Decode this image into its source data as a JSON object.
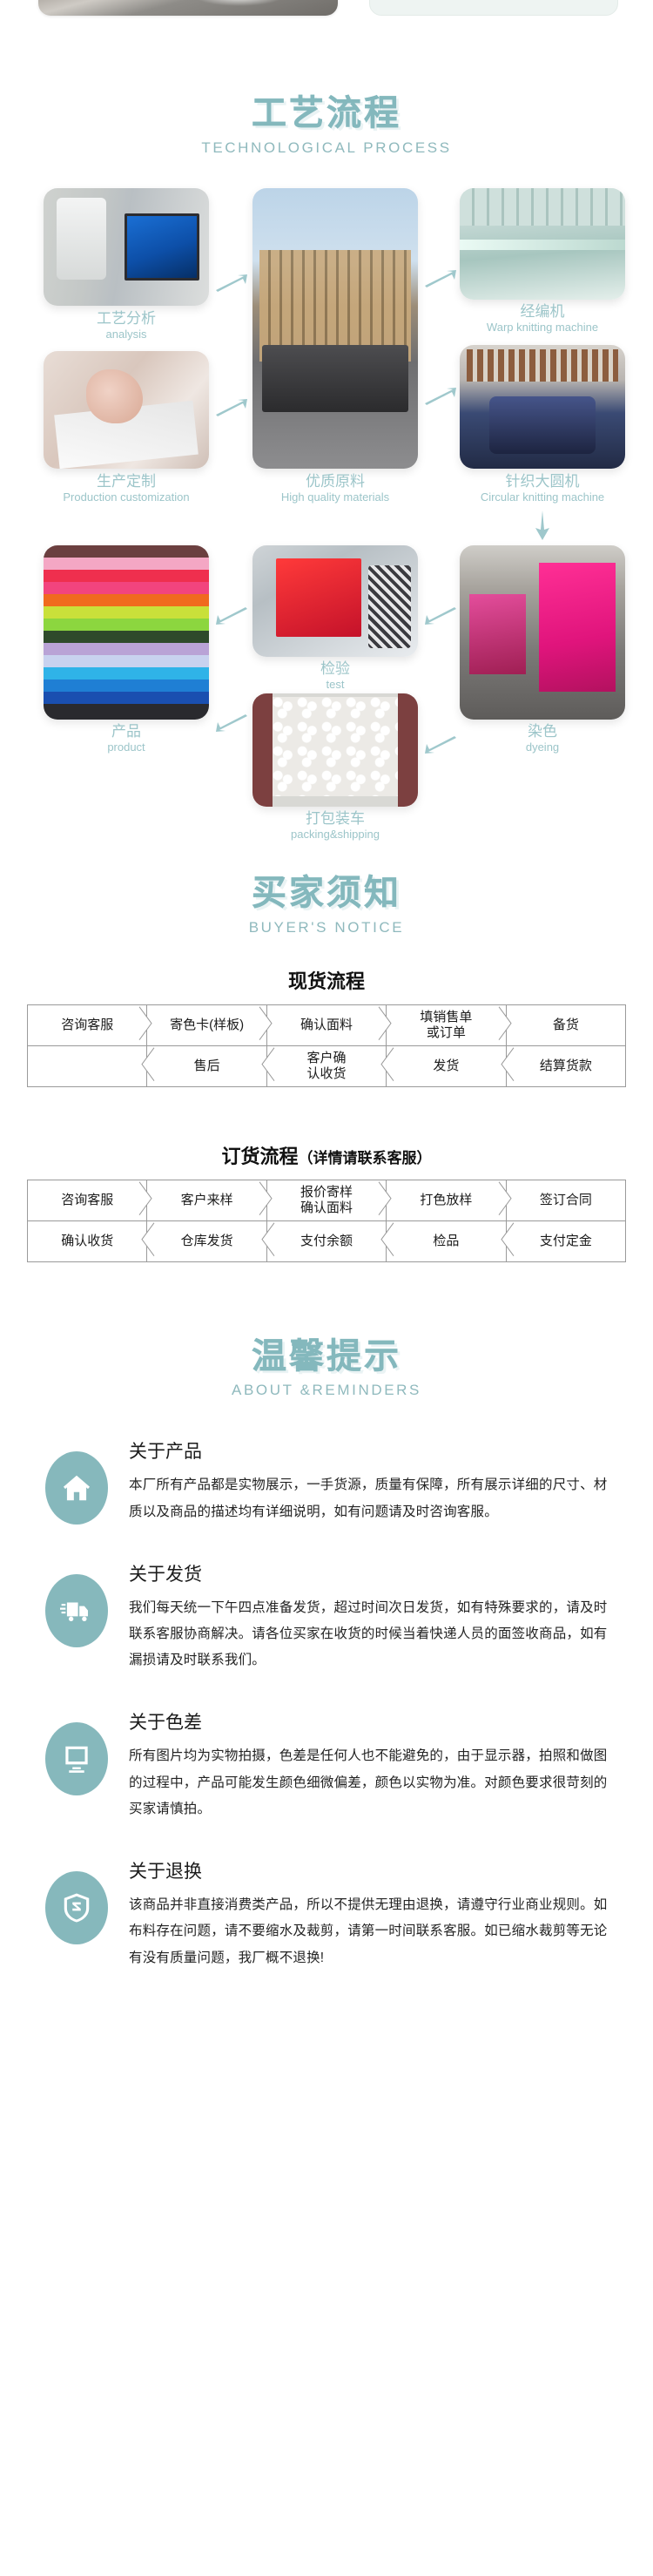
{
  "top_cards": {
    "left_alt": "fabric-photo-partial",
    "right_alt": "info-card-partial"
  },
  "process_section": {
    "title_cn": "工艺流程",
    "title_en": "TECHNOLOGICAL PROCESS",
    "accent": "#84b8bd",
    "steps": [
      {
        "cn": "工艺分析",
        "en": "analysis",
        "image": "microscope-and-monitor-photo"
      },
      {
        "cn": "生产定制",
        "en": "Production customization",
        "image": "hand-drafting-pattern-photo"
      },
      {
        "cn": "优质原料",
        "en": "High quality materials",
        "image": "loaded-truck-photo"
      },
      {
        "cn": "经编机",
        "en": "Warp knitting machine",
        "image": "warp-knitting-machine-photo"
      },
      {
        "cn": "针织大圆机",
        "en": "Circular knitting machine",
        "image": "circular-knitting-machine-photo"
      },
      {
        "cn": "产品",
        "en": "product",
        "image": "stacked-colored-fabric-photo"
      },
      {
        "cn": "检验",
        "en": "test",
        "image": "fabric-inspection-machine-photo"
      },
      {
        "cn": "打包装车",
        "en": "packing&shipping",
        "image": "packed-goods-in-container-photo"
      },
      {
        "cn": "染色",
        "en": "dyeing",
        "image": "dyeing-workshop-photo"
      }
    ]
  },
  "buyer_section": {
    "title_cn": "买家须知",
    "title_en": "BUYER'S NOTICE",
    "stock_flow": {
      "title": "现货流程",
      "row1": [
        "咨询客服",
        "寄色卡(样板)",
        "确认面料",
        "填销售单\n或订单",
        "备货"
      ],
      "row2": [
        "",
        "售后",
        "客户确\n认收货",
        "发货",
        "结算货款"
      ]
    },
    "order_flow": {
      "title_main": "订货流程",
      "title_sub": "（详情请联系客服）",
      "row1": [
        "咨询客服",
        "客户来样",
        "报价寄样\n确认面料",
        "打色放样",
        "签订合同"
      ],
      "row2": [
        "确认收货",
        "仓库发货",
        "支付余额",
        "检品",
        "支付定金"
      ]
    }
  },
  "reminder_section": {
    "title_cn": "温馨提示",
    "title_en": "ABOUT &REMINDERS",
    "items": [
      {
        "icon": "home-icon",
        "heading": "关于产品",
        "text": "本厂所有产品都是实物展示，一手货源，质量有保障，所有展示详细的尺寸、材质以及商品的描述均有详细说明，如有问题请及时咨询客服。"
      },
      {
        "icon": "truck-icon",
        "heading": "关于发货",
        "text": "我们每天统一下午四点准备发货，超过时间次日发货，如有特殊要求的，请及时联系客服协商解决。请各位买家在收货的时候当着快递人员的面签收商品，如有漏损请及时联系我们。"
      },
      {
        "icon": "monitor-icon",
        "heading": "关于色差",
        "text": "所有图片均为实物拍摄，色差是任何人也不能避免的，由于显示器，拍照和做图的过程中，产品可能发生颜色细微偏差，颜色以实物为准。对颜色要求很苛刻的买家请慎拍。"
      },
      {
        "icon": "shield-icon",
        "heading": "关于退换",
        "text": "该商品并非直接消费类产品，所以不提供无理由退换，请遵守行业商业规则。如布料存在问题，请不要缩水及裁剪，请第一时间联系客服。如已缩水裁剪等无论有没有质量问题，我厂概不退换!"
      }
    ]
  }
}
